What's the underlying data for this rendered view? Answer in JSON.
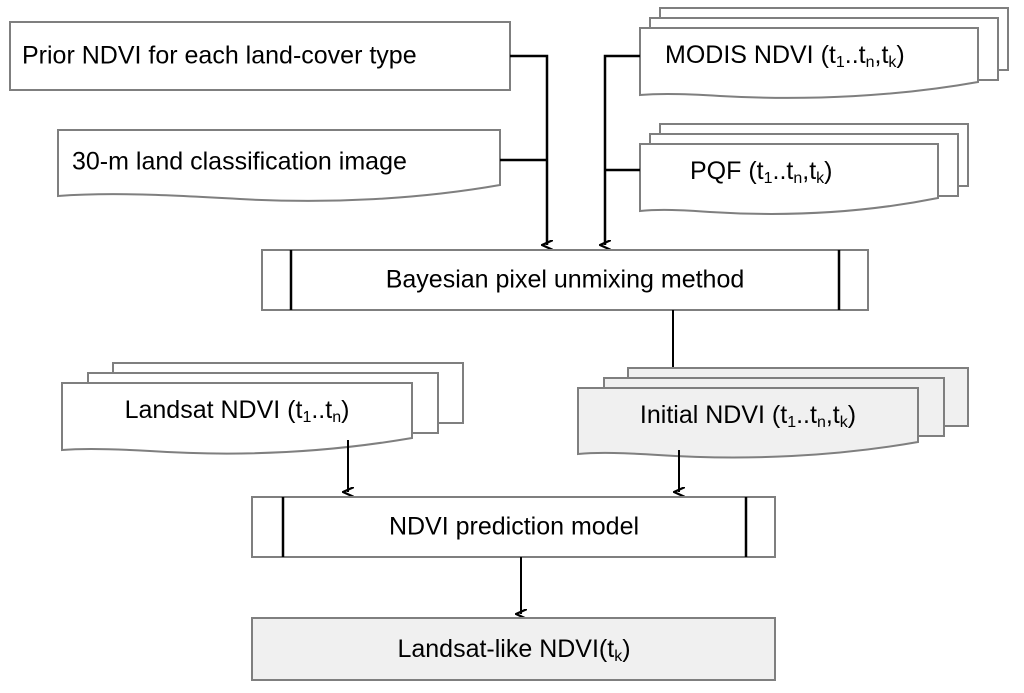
{
  "diagram": {
    "title": "Bayesian pixel unmixing NDVI downscaling workflow",
    "type": "flowchart",
    "background_color": "#ffffff",
    "outline_color": "#7f7f7f",
    "fill_white": "#ffffff",
    "fill_gray": "#f0f0f0",
    "connector_color": "#000000"
  },
  "nodes": {
    "prior_ndvi": {
      "label": "Prior NDVI for each land-cover type",
      "shape": "rectangle",
      "fill": "#ffffff"
    },
    "land_classification": {
      "label": "30-m land classification image",
      "shape": "document",
      "fill": "#ffffff"
    },
    "modis_ndvi": {
      "label_main": "MODIS NDVI (t",
      "sub_1": "1",
      "label_mid": "..t",
      "sub_n": "n",
      "label_sep": ",t",
      "sub_k": "k",
      "label_end": ")",
      "plain": "MODIS NDVI (t1..tn,tk)",
      "shape": "multi-document",
      "sheets": 3,
      "fill": "#ffffff"
    },
    "pqf": {
      "label_main": "PQF (t",
      "sub_1": "1",
      "label_mid": "..t",
      "sub_n": "n",
      "label_sep": ",t",
      "sub_k": "k",
      "label_end": ")",
      "plain": "PQF (t1..tn,tk)",
      "shape": "multi-document",
      "sheets": 3,
      "fill": "#ffffff"
    },
    "bayesian_unmixing": {
      "label": "Bayesian pixel unmixing method",
      "shape": "predefined-process",
      "fill": "#ffffff"
    },
    "landsat_ndvi": {
      "label_main": "Landsat NDVI (t",
      "sub_1": "1",
      "label_mid": "..t",
      "sub_n": "n",
      "label_end": ")",
      "plain": "Landsat NDVI (t1..tn)",
      "shape": "multi-document",
      "sheets": 3,
      "fill": "#ffffff"
    },
    "initial_ndvi": {
      "label_main": "Initial NDVI (t",
      "sub_1": "1",
      "label_mid": "..t",
      "sub_n": "n",
      "label_sep": ",t",
      "sub_k": "k",
      "label_end": ")",
      "plain": "Initial NDVI (t1..tn,tk)",
      "shape": "multi-document",
      "sheets": 3,
      "fill": "#f0f0f0"
    },
    "ndvi_prediction": {
      "label": "NDVI prediction model",
      "shape": "predefined-process",
      "fill": "#ffffff"
    },
    "landsat_like_ndvi": {
      "label_main": "Landsat-like NDVI(t",
      "sub_k": "k",
      "label_end": ")",
      "plain": "Landsat-like NDVI(tk)",
      "shape": "rectangle",
      "fill": "#f0f0f0"
    }
  },
  "edges": [
    {
      "from": "prior_ndvi",
      "to": "bayesian_unmixing",
      "style": "orthogonal-arrow"
    },
    {
      "from": "land_classification",
      "to": "bayesian_unmixing",
      "style": "orthogonal-arrow"
    },
    {
      "from": "modis_ndvi",
      "to": "bayesian_unmixing",
      "style": "orthogonal-arrow"
    },
    {
      "from": "pqf",
      "to": "bayesian_unmixing",
      "style": "orthogonal-arrow"
    },
    {
      "from": "bayesian_unmixing",
      "to": "initial_ndvi",
      "style": "straight-arrow"
    },
    {
      "from": "landsat_ndvi",
      "to": "ndvi_prediction",
      "style": "straight-arrow"
    },
    {
      "from": "initial_ndvi",
      "to": "ndvi_prediction",
      "style": "straight-arrow"
    },
    {
      "from": "ndvi_prediction",
      "to": "landsat_like_ndvi",
      "style": "straight-arrow"
    }
  ]
}
